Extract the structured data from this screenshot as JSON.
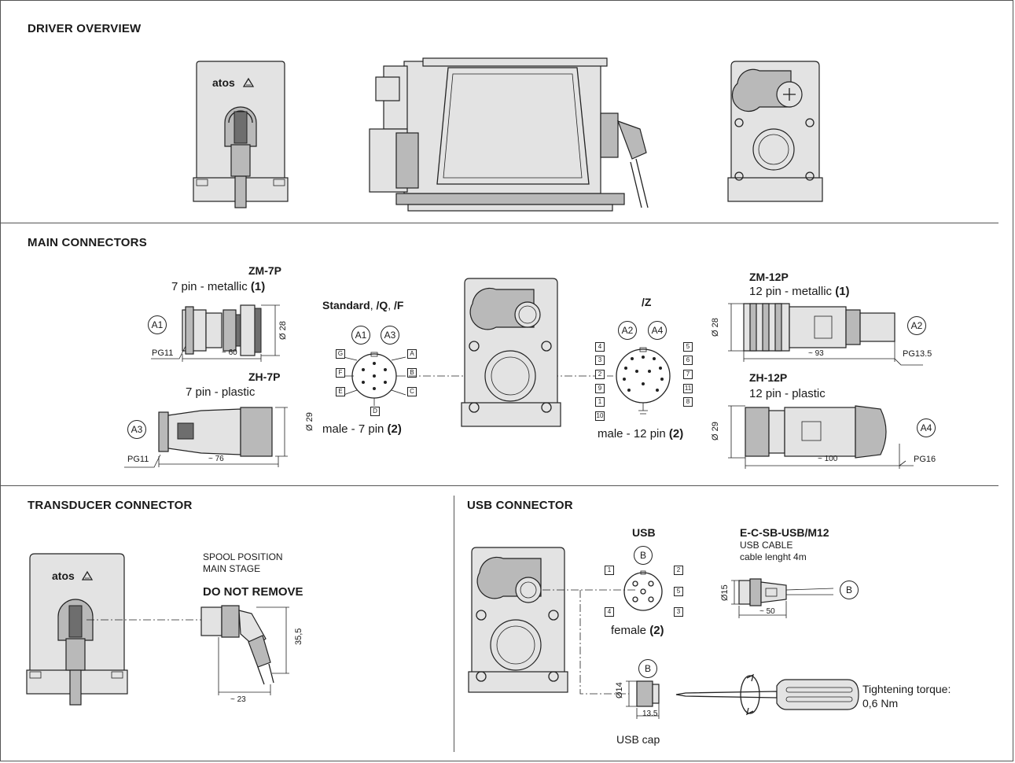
{
  "sections": {
    "driver_overview": "DRIVER OVERVIEW",
    "main_connectors": "MAIN CONNECTORS",
    "transducer_connector": "TRANSDUCER CONNECTOR",
    "usb_connector": "USB CONNECTOR"
  },
  "logo_text": "atos",
  "zm7p": {
    "title": "ZM-7P",
    "desc": "7 pin - metallic",
    "note": "(1)",
    "dia": "Ø 28",
    "pg": "PG11",
    "len": "~ 60",
    "label": "A1"
  },
  "zh7p": {
    "title": "ZH-7P",
    "desc": "7 pin - plastic",
    "dia": "Ø 29",
    "pg": "PG11",
    "len": "~ 76",
    "label": "A3"
  },
  "standard": {
    "title_bold1": "Standard",
    "title_sep1": ", ",
    "title_bold2": "/Q",
    "title_sep2": ", ",
    "title_bold3": "/F",
    "label_a1": "A1",
    "label_a3": "A3",
    "pins": [
      "G",
      "A",
      "F",
      "B",
      "E",
      "C",
      "D"
    ],
    "caption": "male - 7 pin",
    "note": "(2)"
  },
  "z": {
    "title": "/Z",
    "label_a2": "A2",
    "label_a4": "A4",
    "pins_left": [
      "4",
      "3",
      "2",
      "9",
      "1",
      "10"
    ],
    "pins_right": [
      "5",
      "6",
      "7",
      "11",
      "8"
    ],
    "caption": "male - 12 pin",
    "note": "(2)"
  },
  "zm12p": {
    "title": "ZM-12P",
    "desc": "12 pin - metallic",
    "note": "(1)",
    "dia": "Ø 28",
    "pg": "PG13.5",
    "len": "~ 93",
    "label": "A2"
  },
  "zh12p": {
    "title": "ZH-12P",
    "desc": "12 pin - plastic",
    "dia": "Ø 29",
    "pg": "PG16",
    "len": "~ 100",
    "label": "A4"
  },
  "transducer": {
    "line1": "SPOOL POSITION",
    "line2": "MAIN STAGE",
    "warning": "DO NOT REMOVE",
    "height": "35,5",
    "width": "~ 23"
  },
  "usb": {
    "title": "USB",
    "label": "B",
    "pins_left": [
      "1",
      "4"
    ],
    "pins_right": [
      "2",
      "5",
      "3"
    ],
    "caption": "female",
    "note": "(2)",
    "cable_title": "E-C-SB-USB/M12",
    "cable_line1": "USB CABLE",
    "cable_line2": "cable lenght 4m",
    "cable_dia": "Ø15",
    "cable_len": "~ 50",
    "cable_label": "B",
    "cap_label": "B",
    "cap_dia": "Ø14",
    "cap_len": "13.5",
    "cap_caption": "USB cap",
    "torque_line1": "Tightening torque:",
    "torque_line2": "0,6 Nm"
  }
}
